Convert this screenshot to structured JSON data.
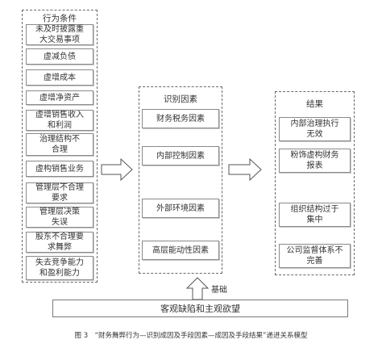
{
  "left_panel": {
    "title": "行为条件",
    "items": [
      [
        "未及时披露重",
        "大交易事项"
      ],
      [
        "虚减负债"
      ],
      [
        "虚增成本"
      ],
      [
        "虚增净资产"
      ],
      [
        "虚增销售收入",
        "和利润"
      ],
      [
        "治理结构不",
        "合理"
      ],
      [
        "虚构销售业务"
      ],
      [
        "管理层不合理",
        "要求"
      ],
      [
        "管理层决策",
        "失误"
      ],
      [
        "股东不合理要",
        "求舞弊"
      ],
      [
        "失去竞争能力",
        "和盈利能力"
      ]
    ]
  },
  "middle_panel": {
    "title": "识别因素",
    "items": [
      "财务税务因素",
      "内部控制因素",
      "外部环境因素",
      "高层能动性因素"
    ]
  },
  "right_panel": {
    "title": "结果",
    "items": [
      [
        "内部治理执行",
        "无效"
      ],
      [
        "粉饰虚构财务",
        "报表"
      ],
      [
        "组织结构过于",
        "集中"
      ],
      [
        "公司监督体系不",
        "完善"
      ]
    ]
  },
  "base": {
    "label": "基础",
    "box_text": "客观缺陷和主观欲望"
  },
  "caption": "图 3　“财务舞弊行为—识别成因及手段因素—成因及手段结果”递进关系模型"
}
